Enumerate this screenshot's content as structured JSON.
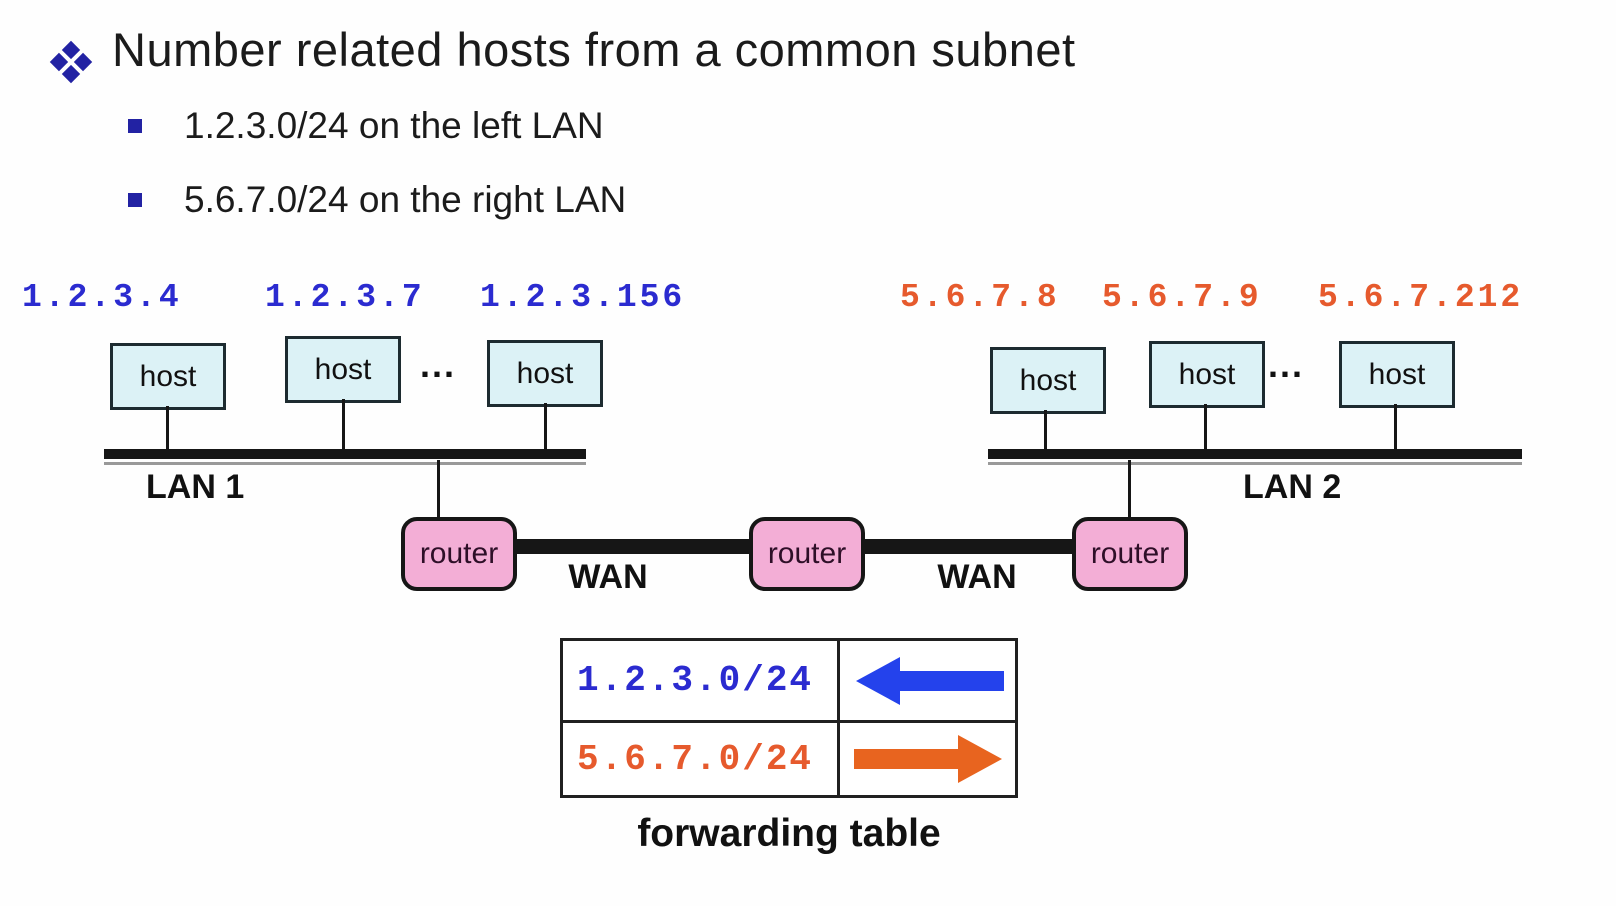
{
  "slide": {
    "title": "Number related hosts from a common subnet",
    "sub_bullets": [
      "1.2.3.0/24 on the left LAN",
      "5.6.7.0/24 on the right LAN"
    ]
  },
  "diagram": {
    "lan1": {
      "ips": [
        "1.2.3.4",
        "1.2.3.7",
        "1.2.3.156"
      ],
      "hosts": [
        "host",
        "host",
        "host"
      ],
      "ellipsis": "...",
      "label": "LAN 1"
    },
    "lan2": {
      "ips": [
        "5.6.7.8",
        "5.6.7.9",
        "5.6.7.212"
      ],
      "hosts": [
        "host",
        "host",
        "host"
      ],
      "ellipsis": "...",
      "label": "LAN 2"
    },
    "routers": [
      "router",
      "router",
      "router"
    ],
    "wan_labels": [
      "WAN",
      "WAN"
    ]
  },
  "forwarding_table": {
    "rows": [
      {
        "prefix": "1.2.3.0/24",
        "direction": "left"
      },
      {
        "prefix": "5.6.7.0/24",
        "direction": "right"
      }
    ],
    "caption": "forwarding table"
  },
  "theme": {
    "ink": "#1b1b1b",
    "navy_bullet": "#2222a3",
    "lan1_blue": "#2b2bd0",
    "lan2_orange": "#e65a2d",
    "arrow_blue": "#2442ec",
    "arrow_orange": "#e8641f",
    "host_fill": "#dcf2f6",
    "host_border": "#1d2b30",
    "router_fill": "#f3aed6",
    "line_black": "#161616"
  }
}
